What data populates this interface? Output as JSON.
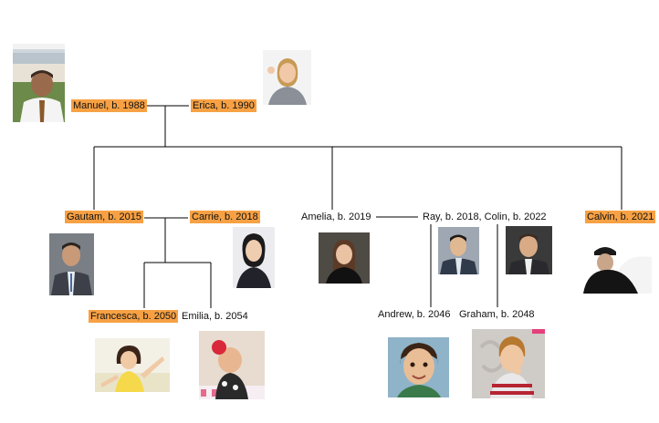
{
  "colors": {
    "highlight": "#f7a144",
    "line": "#000000",
    "background": "#ffffff"
  },
  "people": {
    "manuel": {
      "label": "Manuel, b. 1988",
      "highlighted": true
    },
    "erica": {
      "label": "Erica, b. 1990",
      "highlighted": true
    },
    "gautam": {
      "label": "Gautam, b. 2015",
      "highlighted": true
    },
    "carrie": {
      "label": "Carrie, b. 2018",
      "highlighted": true
    },
    "amelia": {
      "label": "Amelia, b. 2019",
      "highlighted": false
    },
    "ray_colin": {
      "label": "Ray, b. 2018, Colin, b. 2022",
      "highlighted": false
    },
    "calvin": {
      "label": "Calvin, b. 2021",
      "highlighted": true
    },
    "francesca": {
      "label": "Francesca, b. 2050",
      "highlighted": true
    },
    "emilia": {
      "label": "Emilia, b. 2054",
      "highlighted": false
    },
    "andrew": {
      "label": "Andrew, b. 2046",
      "highlighted": false
    },
    "graham": {
      "label": "Graham, b. 2048",
      "highlighted": false
    }
  }
}
